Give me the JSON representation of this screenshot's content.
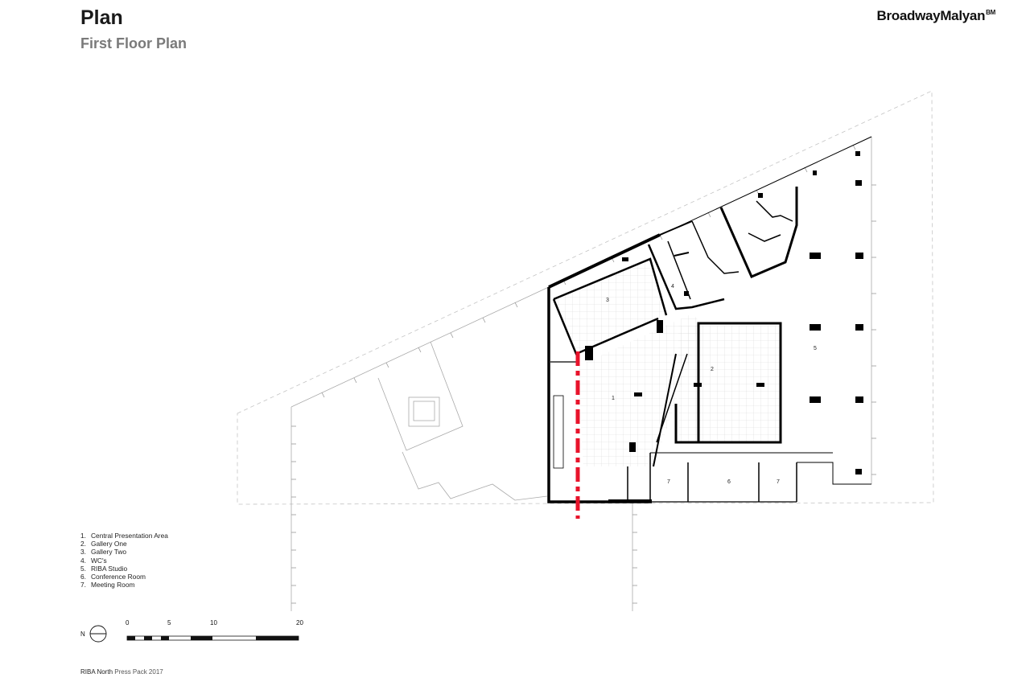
{
  "header": {
    "title": "Plan",
    "subtitle": "First Floor Plan",
    "brand": "BroadwayMalyan",
    "brand_mark": "BM"
  },
  "legend": [
    {
      "num": "1.",
      "text": "Central Presentation Area"
    },
    {
      "num": "2.",
      "text": "Gallery One"
    },
    {
      "num": "3.",
      "text": "Gallery Two"
    },
    {
      "num": "4.",
      "text": "WC's"
    },
    {
      "num": "5.",
      "text": "RIBA Studio"
    },
    {
      "num": "6.",
      "text": "Conference Room"
    },
    {
      "num": "7.",
      "text": "Meeting Room"
    }
  ],
  "room_labels": {
    "r1": "1",
    "r2": "2",
    "r3": "3",
    "r4": "4",
    "r5": "5",
    "r6": "6",
    "r7a": "7",
    "r7b": "7"
  },
  "scale": {
    "labels": [
      "0",
      "5",
      "10",
      "20"
    ],
    "north": "N"
  },
  "footer": {
    "org": "RIBA North",
    "doc": "Press Pack 2017"
  },
  "colors": {
    "wall": "#000000",
    "highlight": "#e8132b",
    "site_outline": "#bdbdbd",
    "grid": "#d8d8d8"
  }
}
